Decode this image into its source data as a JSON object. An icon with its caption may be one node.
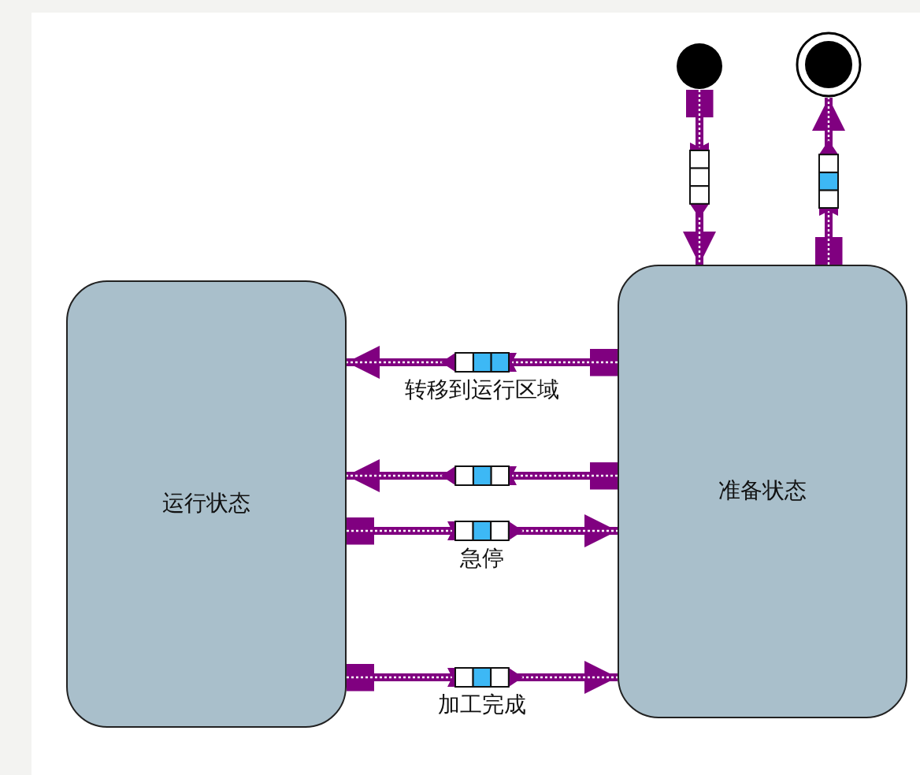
{
  "diagram": {
    "nodes": [
      {
        "text": [],
        "shape": "circle"
      },
      {
        "text": [],
        "shape": "circle"
      },
      {
        "text": [
          "运行状态"
        ]
      },
      {
        "text": [
          "准备状态"
        ]
      }
    ],
    "edges": [
      {
        "from": 0,
        "to": 3,
        "arrow": "to"
      },
      {
        "from": 3,
        "to": 1,
        "arrow": "to"
      },
      {
        "from": 3,
        "to": 2,
        "label": "转移到运行区域",
        "arrow": "to"
      },
      {
        "from": 3,
        "to": 2,
        "arrow": "to"
      },
      {
        "from": 2,
        "to": 3,
        "label": "急停",
        "arrow": "to"
      },
      {
        "from": 2,
        "to": 3,
        "label": "加工完成",
        "arrow": "to"
      }
    ]
  }
}
